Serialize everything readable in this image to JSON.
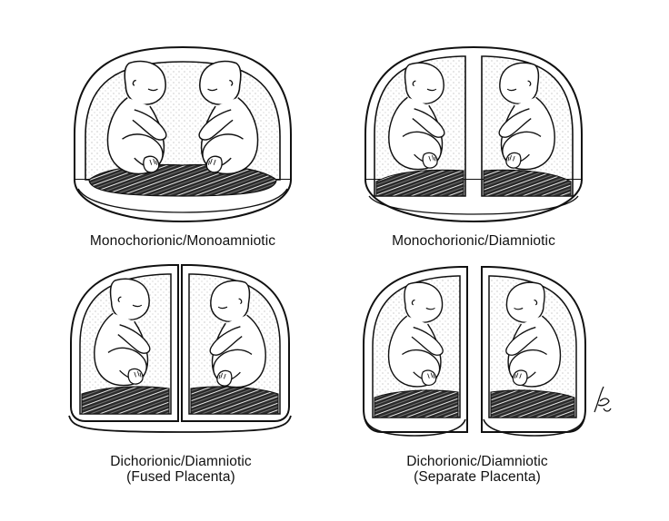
{
  "panels": [
    {
      "id": "mcma",
      "caption_line1": "Monochorionic/Monoamniotic",
      "caption_line2": ""
    },
    {
      "id": "mcda",
      "caption_line1": "Monochorionic/Diamniotic",
      "caption_line2": ""
    },
    {
      "id": "dcda-fused",
      "caption_line1": "Dichorionic/Diamniotic",
      "caption_line2": "(Fused Placenta)"
    },
    {
      "id": "dcda-separate",
      "caption_line1": "Dichorionic/Diamniotic",
      "caption_line2": "(Separate Placenta)"
    }
  ],
  "colors": {
    "ink": "#111111",
    "paper": "#ffffff",
    "stipple": "#9a9a9a"
  },
  "icons": {
    "signature": "artist-signature-mark"
  }
}
